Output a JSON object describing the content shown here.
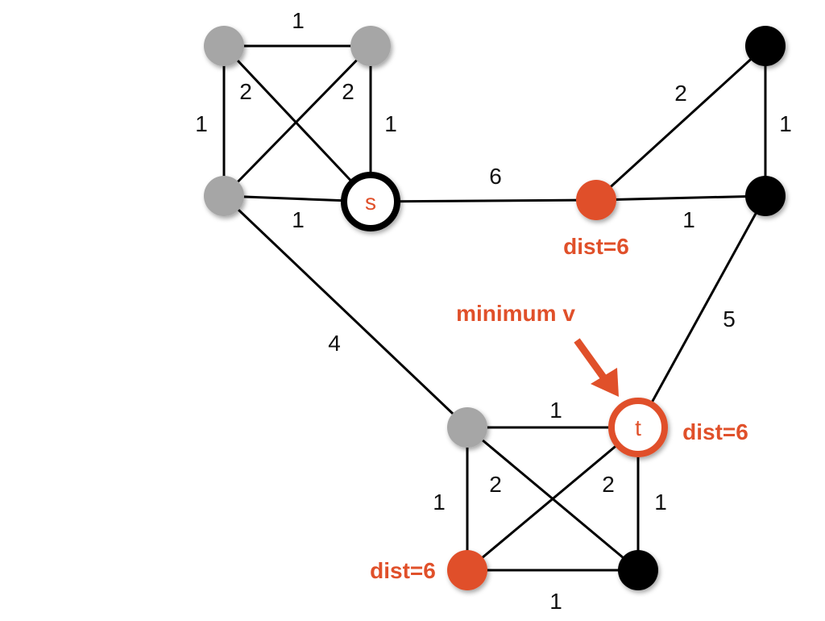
{
  "colors": {
    "gray": "#a6a6a6",
    "black": "#000000",
    "orange": "#e0502a",
    "white": "#ffffff"
  },
  "nodes": [
    {
      "id": "a",
      "fill": "gray"
    },
    {
      "id": "b",
      "fill": "gray"
    },
    {
      "id": "c",
      "fill": "gray"
    },
    {
      "id": "s",
      "fill": "white",
      "label": "s",
      "ring": "black"
    },
    {
      "id": "d",
      "fill": "orange"
    },
    {
      "id": "e",
      "fill": "black"
    },
    {
      "id": "f",
      "fill": "black"
    },
    {
      "id": "g",
      "fill": "gray"
    },
    {
      "id": "t",
      "fill": "white",
      "label": "t",
      "ring": "orange"
    },
    {
      "id": "h",
      "fill": "orange"
    },
    {
      "id": "i",
      "fill": "black"
    }
  ],
  "edges": [
    {
      "from": "a",
      "to": "b",
      "weight": "1"
    },
    {
      "from": "a",
      "to": "c",
      "weight": "1"
    },
    {
      "from": "a",
      "to": "s",
      "weight": "2"
    },
    {
      "from": "b",
      "to": "c",
      "weight": "2"
    },
    {
      "from": "b",
      "to": "s",
      "weight": "1"
    },
    {
      "from": "c",
      "to": "s",
      "weight": "1"
    },
    {
      "from": "s",
      "to": "d",
      "weight": "6"
    },
    {
      "from": "d",
      "to": "e",
      "weight": "2"
    },
    {
      "from": "e",
      "to": "f",
      "weight": "1"
    },
    {
      "from": "d",
      "to": "f",
      "weight": "1"
    },
    {
      "from": "f",
      "to": "t",
      "weight": "5"
    },
    {
      "from": "c",
      "to": "g",
      "weight": "4"
    },
    {
      "from": "g",
      "to": "t",
      "weight": "1"
    },
    {
      "from": "g",
      "to": "h",
      "weight": "1"
    },
    {
      "from": "g",
      "to": "i",
      "weight": "2"
    },
    {
      "from": "t",
      "to": "h",
      "weight": "2"
    },
    {
      "from": "t",
      "to": "i",
      "weight": "1"
    },
    {
      "from": "h",
      "to": "i",
      "weight": "1"
    }
  ],
  "annotations": {
    "dist_d": "dist=6",
    "dist_t": "dist=6",
    "dist_h": "dist=6",
    "minimum": "minimum v"
  }
}
